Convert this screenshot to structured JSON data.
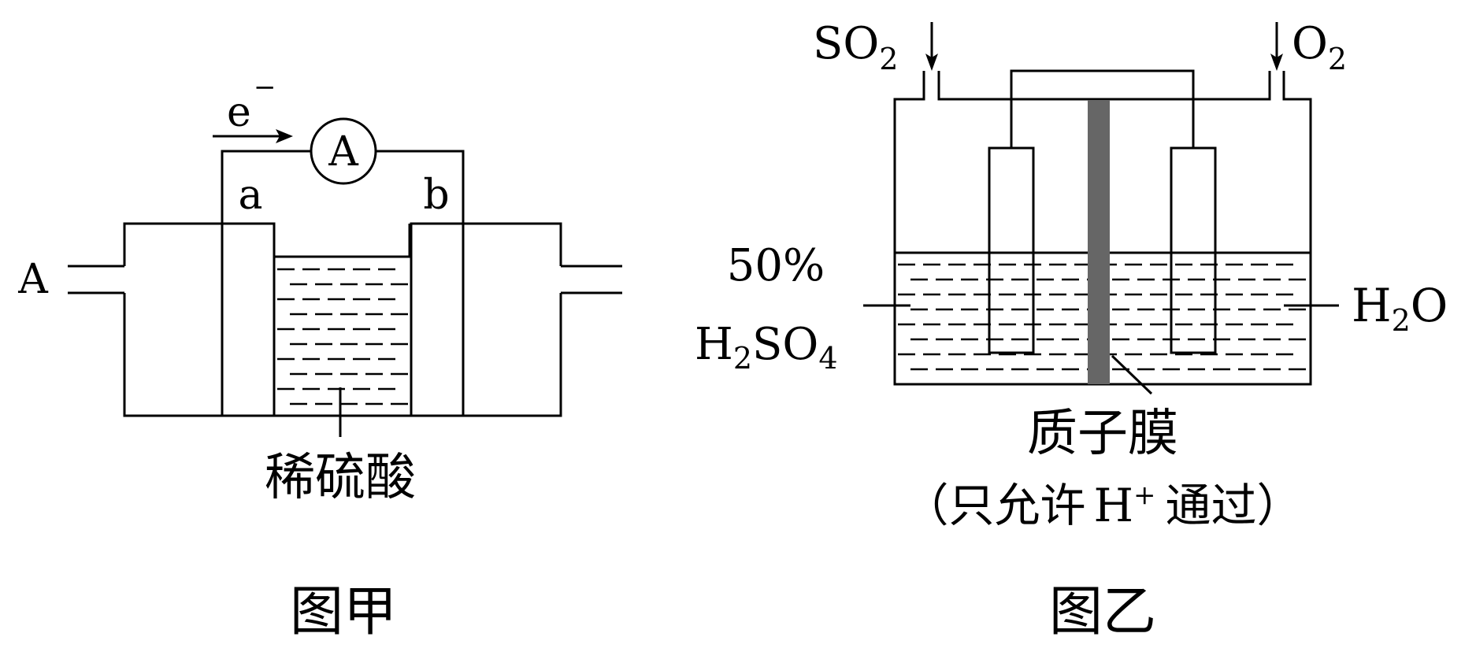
{
  "figure_a": {
    "electron_symbol": "e",
    "electron_charge": "−",
    "ammeter": "A",
    "electrode_a": "a",
    "electrode_b": "b",
    "inlet": "A",
    "electrolyte": "稀硫酸",
    "caption": "图甲"
  },
  "figure_b": {
    "gas_left_base": "SO",
    "gas_left_sub": "2",
    "gas_right_base": "O",
    "gas_right_sub": "2",
    "left_solution_percent": "50%",
    "left_solution_h": "H",
    "left_solution_h_sub": "2",
    "left_solution_so": "SO",
    "left_solution_so_sub": "4",
    "right_solution_h": "H",
    "right_solution_h_sub": "2",
    "right_solution_o": "O",
    "membrane": "质子膜",
    "membrane_note_prefix": "（只允许",
    "membrane_note_ion": "H",
    "membrane_note_charge": "+",
    "membrane_note_suffix": "通过）",
    "caption": "图乙"
  }
}
